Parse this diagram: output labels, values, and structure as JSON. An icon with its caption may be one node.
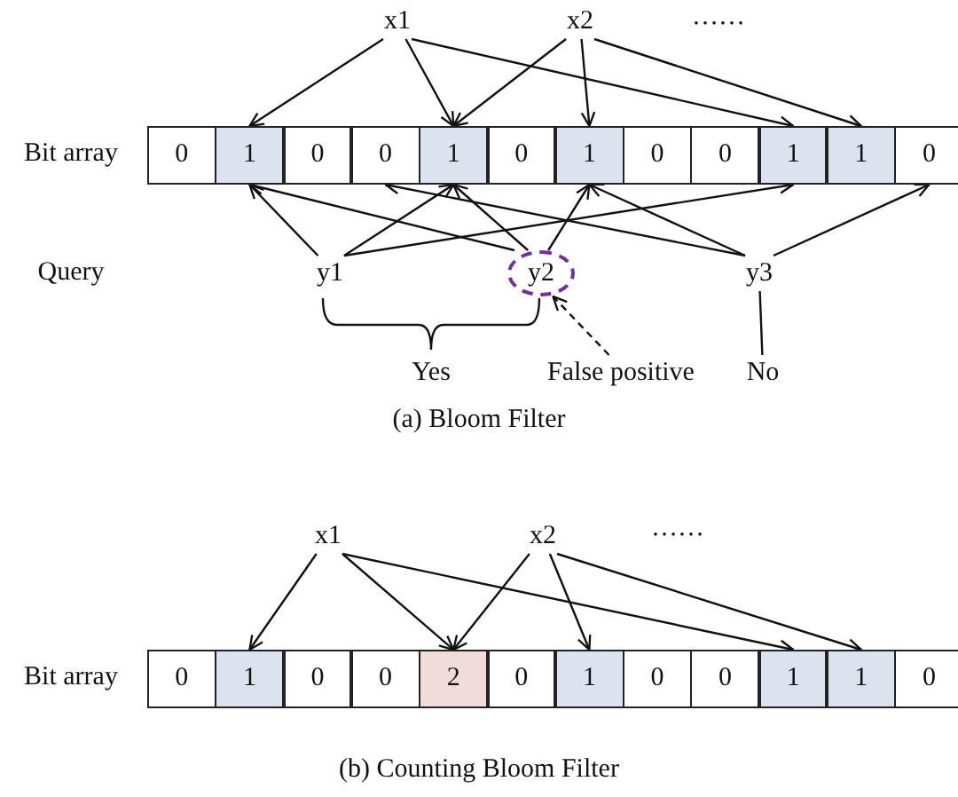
{
  "diagram": {
    "nodes": [
      {
        "text": [
          "x1"
        ]
      },
      {
        "text": [
          "x2"
        ]
      },
      {
        "text": [
          "0"
        ]
      },
      {
        "text": [
          "1"
        ]
      },
      {
        "text": [
          "0"
        ]
      },
      {
        "text": [
          "0"
        ]
      },
      {
        "text": [
          "1"
        ]
      },
      {
        "text": [
          "0"
        ]
      },
      {
        "text": [
          "1"
        ]
      },
      {
        "text": [
          "0"
        ]
      },
      {
        "text": [
          "0"
        ]
      },
      {
        "text": [
          "1"
        ]
      },
      {
        "text": [
          "1"
        ]
      },
      {
        "text": [
          "0"
        ]
      },
      {
        "text": [
          "y1"
        ]
      },
      {
        "text": [
          "y2"
        ]
      },
      {
        "text": [
          "y3"
        ]
      },
      {
        "text": [
          "Yes"
        ]
      },
      {
        "text": [
          "False positive"
        ]
      },
      {
        "text": [
          "No"
        ]
      },
      {
        "text": [
          "x1"
        ]
      },
      {
        "text": [
          "x2"
        ]
      },
      {
        "text": [
          "0"
        ]
      },
      {
        "text": [
          "1"
        ]
      },
      {
        "text": [
          "0"
        ]
      },
      {
        "text": [
          "0"
        ]
      },
      {
        "text": [
          "2"
        ]
      },
      {
        "text": [
          "0"
        ]
      },
      {
        "text": [
          "1"
        ]
      },
      {
        "text": [
          "0"
        ]
      },
      {
        "text": [
          "0"
        ]
      },
      {
        "text": [
          "1"
        ]
      },
      {
        "text": [
          "1"
        ]
      },
      {
        "text": [
          "0"
        ]
      }
    ],
    "edges": [
      {
        "from": 0,
        "to": 3,
        "arrow": "to"
      },
      {
        "from": 0,
        "to": 6,
        "arrow": "to"
      },
      {
        "from": 0,
        "to": 11,
        "arrow": "to"
      },
      {
        "from": 1,
        "to": 6,
        "arrow": "to"
      },
      {
        "from": 1,
        "to": 8,
        "arrow": "to"
      },
      {
        "from": 1,
        "to": 12,
        "arrow": "to"
      },
      {
        "from": 14,
        "to": 3,
        "arrow": "to"
      },
      {
        "from": 14,
        "to": 6,
        "arrow": "to"
      },
      {
        "from": 14,
        "to": 11,
        "arrow": "to"
      },
      {
        "from": 15,
        "to": 3,
        "arrow": "to"
      },
      {
        "from": 15,
        "to": 6,
        "arrow": "to"
      },
      {
        "from": 15,
        "to": 8,
        "arrow": "to"
      },
      {
        "from": 16,
        "to": 5,
        "arrow": "to"
      },
      {
        "from": 16,
        "to": 8,
        "arrow": "to"
      },
      {
        "from": 16,
        "to": 13,
        "arrow": "to"
      },
      {
        "from": 18,
        "to": 15,
        "arrow": "to",
        "style": "dashed"
      },
      {
        "from": 16,
        "to": 19,
        "arrow": "none"
      },
      {
        "from": 20,
        "to": 23,
        "arrow": "to"
      },
      {
        "from": 20,
        "to": 26,
        "arrow": "to"
      },
      {
        "from": 20,
        "to": 31,
        "arrow": "to"
      },
      {
        "from": 21,
        "to": 26,
        "arrow": "to"
      },
      {
        "from": 21,
        "to": 28,
        "arrow": "to"
      },
      {
        "from": 21,
        "to": 32,
        "arrow": "to"
      }
    ],
    "labels": [
      "……",
      "Bit array",
      "Query",
      "(a) Bloom Filter",
      "……",
      "Bit array",
      "(b) Counting Bloom Filter"
    ]
  }
}
